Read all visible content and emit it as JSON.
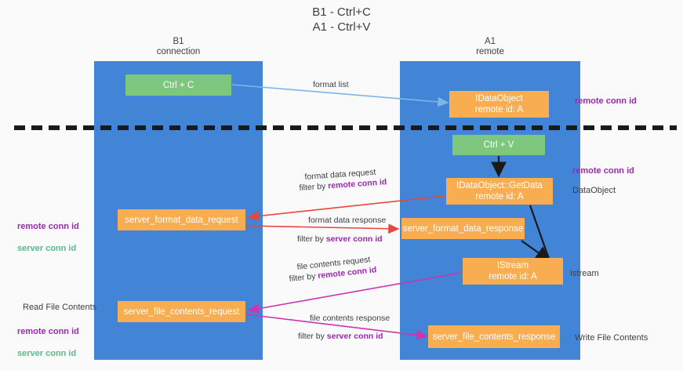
{
  "title": "B1 - Ctrl+C\nA1 - Ctrl+V",
  "columns": {
    "left": {
      "header": "B1\nconnection"
    },
    "right": {
      "header": "A1\nremote"
    }
  },
  "colors": {
    "lane": "#4285d6",
    "green_node": "#7ec77f",
    "orange_node": "#f9ad51",
    "purple_text": "#9c27b0",
    "green_text": "#57bb8a",
    "arrow_blue": "#7eb5e8",
    "arrow_red": "#e8453c",
    "arrow_magenta": "#cc34b0",
    "arrow_black": "#1a1a1a",
    "divider": "#1a1a1a",
    "background": "#fafafa"
  },
  "nodes": {
    "ctrl_c": "Ctrl + C",
    "idataobject": "IDataObject\nremote id: A",
    "ctrl_v": "Ctrl + V",
    "getdata": "IDataObject::GetData\nremote id: A",
    "server_format_data_request": "server_format_data_request",
    "server_format_data_response": "server_format_data_response",
    "istream": "IStream\nremote id: A",
    "server_file_contents_request": "server_file_contents_request",
    "server_file_contents_response": "server_file_contents_response"
  },
  "edge_labels": {
    "format_list": "format list",
    "format_data_request": "format data request",
    "format_data_request_filter_prefix": "filter by ",
    "format_data_request_filter_key": "remote conn id",
    "format_data_response": "format data response",
    "format_data_response_filter_prefix": "filter by ",
    "format_data_response_filter_key": "server conn id",
    "file_contents_request": "file contents request",
    "file_contents_request_filter_prefix": "filter by ",
    "file_contents_request_filter_key": "remote conn id",
    "file_contents_response": "file contents response",
    "file_contents_response_filter_prefix": "filter by ",
    "file_contents_response_filter_key": "server conn id"
  },
  "annotations": {
    "remote_conn_id_top": "remote conn id",
    "remote_conn_id_mid": "remote conn id",
    "dataobject": "DataObject",
    "istream": "Istream",
    "write_file_contents": "Write File Contents",
    "read_file_contents": "Read File Contents",
    "left_remote_conn_id": "remote conn id",
    "left_server_conn_id": "server conn id",
    "left_remote_conn_id_2": "remote conn id",
    "left_server_conn_id_2": "server conn id"
  }
}
